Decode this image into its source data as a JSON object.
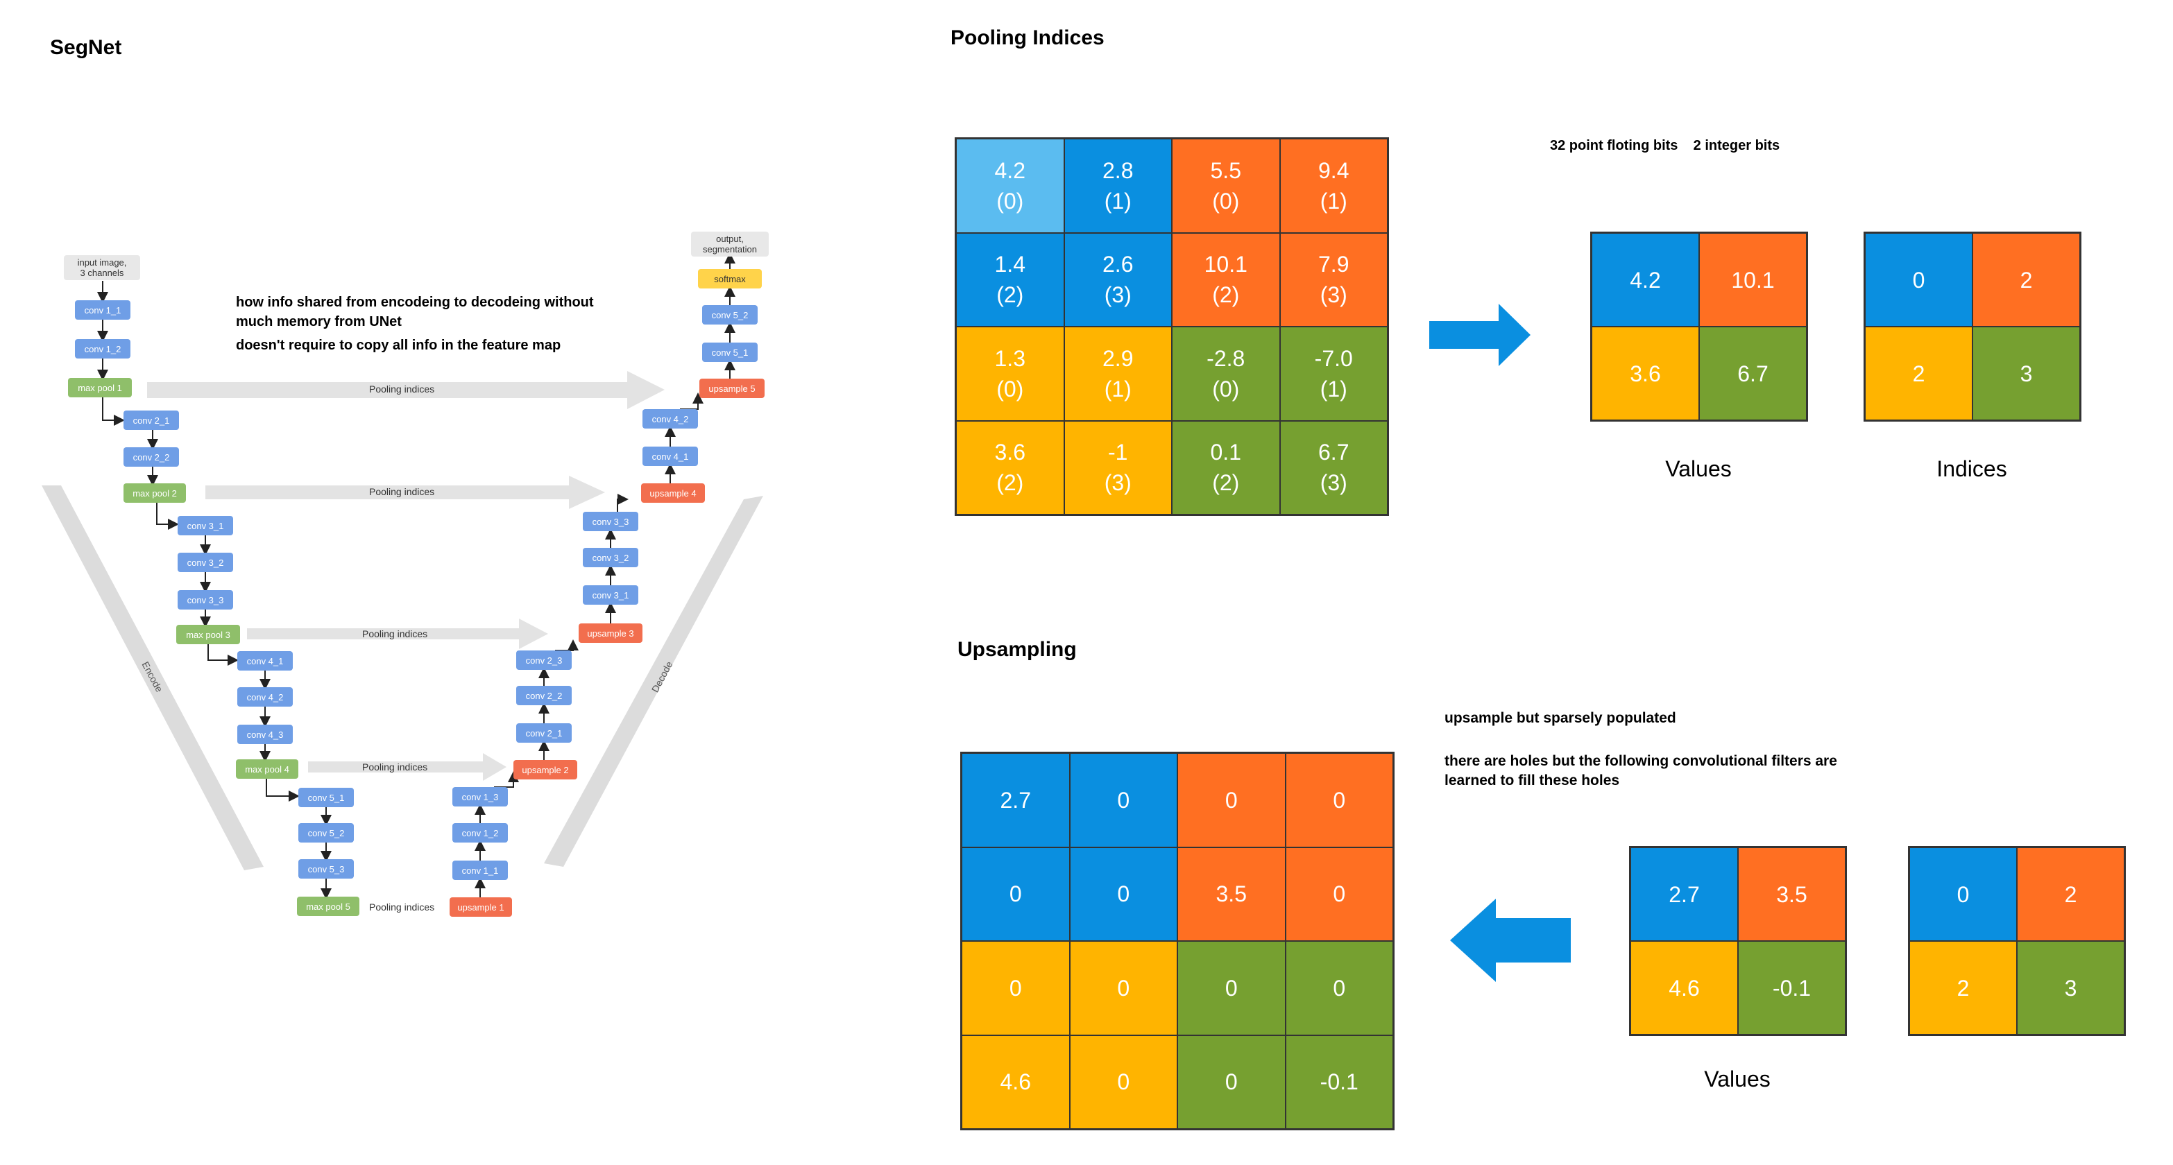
{
  "segnet": {
    "title": "SegNet",
    "note_line1": "how info shared from encodeing to decodeing without",
    "note_line2": "much memory from UNet",
    "note_line3": "doesn't require to copy all info in the feature map",
    "input_label_1": "input image,",
    "input_label_2": "3 channels",
    "output_label_1": "output,",
    "output_label_2": "segmentation",
    "softmax": "softmax",
    "encode_label": "Encode",
    "decode_label": "Decode",
    "pooling_indices_label": "Pooling indices",
    "encoder": [
      [
        "conv 1_1",
        "conv 1_2",
        "max pool 1"
      ],
      [
        "conv 2_1",
        "conv 2_2",
        "max pool 2"
      ],
      [
        "conv 3_1",
        "conv 3_2",
        "conv 3_3",
        "max pool 3"
      ],
      [
        "conv 4_1",
        "conv 4_2",
        "conv 4_3",
        "max pool 4"
      ],
      [
        "conv 5_1",
        "conv 5_2",
        "conv 5_3",
        "max pool 5"
      ]
    ],
    "decoder": [
      [
        "upsample 1",
        "conv 1_1",
        "conv 1_2",
        "conv 1_3"
      ],
      [
        "upsample 2",
        "conv 2_1",
        "conv 2_2",
        "conv 2_3"
      ],
      [
        "upsample 3",
        "conv 3_1",
        "conv 3_2",
        "conv 3_3"
      ],
      [
        "upsample 4",
        "conv 4_1",
        "conv 4_2"
      ],
      [
        "upsample 5",
        "conv 5_1",
        "conv 5_2"
      ]
    ]
  },
  "pooling": {
    "title": "Pooling Indices",
    "bits_note": "32 point floting bits    2 integer bits",
    "matrix": [
      [
        {
          "v": "4.2",
          "i": "(0)",
          "c": "lblue"
        },
        {
          "v": "2.8",
          "i": "(1)",
          "c": "blue"
        },
        {
          "v": "5.5",
          "i": "(0)",
          "c": "orange"
        },
        {
          "v": "9.4",
          "i": "(1)",
          "c": "orange"
        }
      ],
      [
        {
          "v": "1.4",
          "i": "(2)",
          "c": "blue"
        },
        {
          "v": "2.6",
          "i": "(3)",
          "c": "blue"
        },
        {
          "v": "10.1",
          "i": "(2)",
          "c": "orange"
        },
        {
          "v": "7.9",
          "i": "(3)",
          "c": "orange"
        }
      ],
      [
        {
          "v": "1.3",
          "i": "(0)",
          "c": "yellow"
        },
        {
          "v": "2.9",
          "i": "(1)",
          "c": "yellow"
        },
        {
          "v": "-2.8",
          "i": "(0)",
          "c": "green"
        },
        {
          "v": "-7.0",
          "i": "(1)",
          "c": "green"
        }
      ],
      [
        {
          "v": "3.6",
          "i": "(2)",
          "c": "yellow"
        },
        {
          "v": "-1",
          "i": "(3)",
          "c": "yellow"
        },
        {
          "v": "0.1",
          "i": "(2)",
          "c": "green"
        },
        {
          "v": "6.7",
          "i": "(3)",
          "c": "green"
        }
      ]
    ],
    "values": [
      [
        "4.2",
        "10.1"
      ],
      [
        "3.6",
        "6.7"
      ]
    ],
    "indices": [
      [
        "0",
        "2"
      ],
      [
        "2",
        "3"
      ]
    ],
    "values_caption": "Values",
    "indices_caption": "Indices"
  },
  "upsampling": {
    "title": "Upsampling",
    "note1": "upsample but sparsely populated",
    "note2_line1": "there are holes but the following convolutional filters are",
    "note2_line2": "learned to fill these holes",
    "matrix": [
      [
        "2.7",
        "0",
        "0",
        "0"
      ],
      [
        "0",
        "0",
        "3.5",
        "0"
      ],
      [
        "0",
        "0",
        "0",
        "0"
      ],
      [
        "4.6",
        "0",
        "0",
        "-0.1"
      ]
    ],
    "values": [
      [
        "2.7",
        "3.5"
      ],
      [
        "4.6",
        "-0.1"
      ]
    ],
    "indices": [
      [
        "0",
        "2"
      ],
      [
        "2",
        "3"
      ]
    ],
    "values_caption": "Values"
  },
  "colors": {
    "blue": "#0a8fe0",
    "light_blue": "#5bbcf0",
    "orange": "#ff6f22",
    "yellow": "#ffb400",
    "green": "#76a030",
    "arrow": "#0a8fe0"
  }
}
